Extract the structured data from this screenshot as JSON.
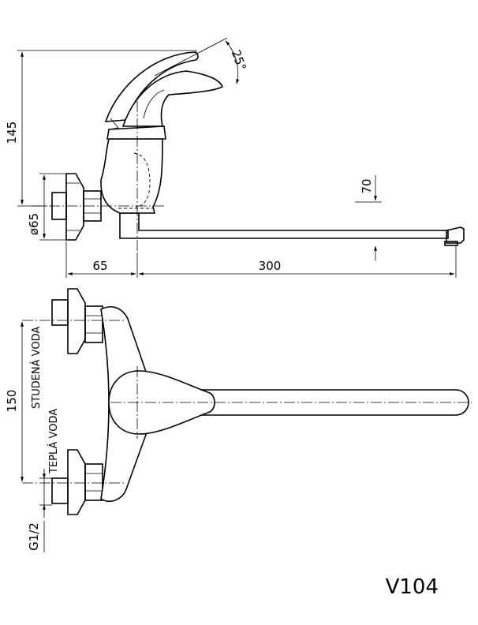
{
  "dimensions": {
    "height_total": "145",
    "angle": "25°",
    "spout_height": "70",
    "flange_diameter": "ø65",
    "wall_to_center": "65",
    "spout_reach": "300",
    "inlet_spacing": "150",
    "thread": "G1/2"
  },
  "labels": {
    "cold_water": "STUDENÁ VODA",
    "hot_water": "TEPLÁ VODA"
  },
  "model_code": "V104"
}
